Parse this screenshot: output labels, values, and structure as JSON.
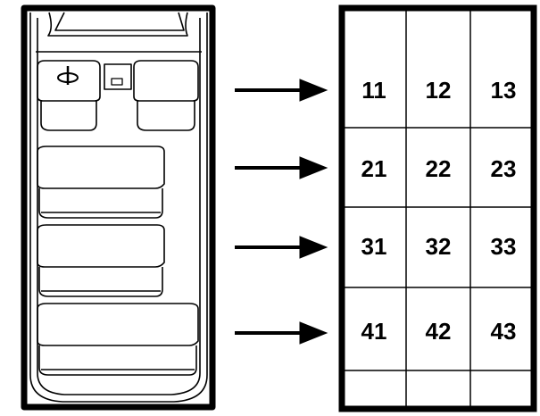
{
  "diagram": {
    "vehicle": {
      "description_icon": "van-top-view-icon",
      "seat_rows": [
        "front",
        "row-2",
        "row-3",
        "row-4"
      ]
    },
    "arrows": [
      {
        "from_row": "front",
        "to_row": 1
      },
      {
        "from_row": "row-2",
        "to_row": 2
      },
      {
        "from_row": "row-3",
        "to_row": 3
      },
      {
        "from_row": "row-4",
        "to_row": 4
      }
    ],
    "grid": {
      "rows": [
        [
          "11",
          "12",
          "13"
        ],
        [
          "21",
          "22",
          "23"
        ],
        [
          "31",
          "32",
          "33"
        ],
        [
          "41",
          "42",
          "43"
        ]
      ]
    },
    "colors": {
      "line": "#000000",
      "background": "#ffffff"
    }
  }
}
